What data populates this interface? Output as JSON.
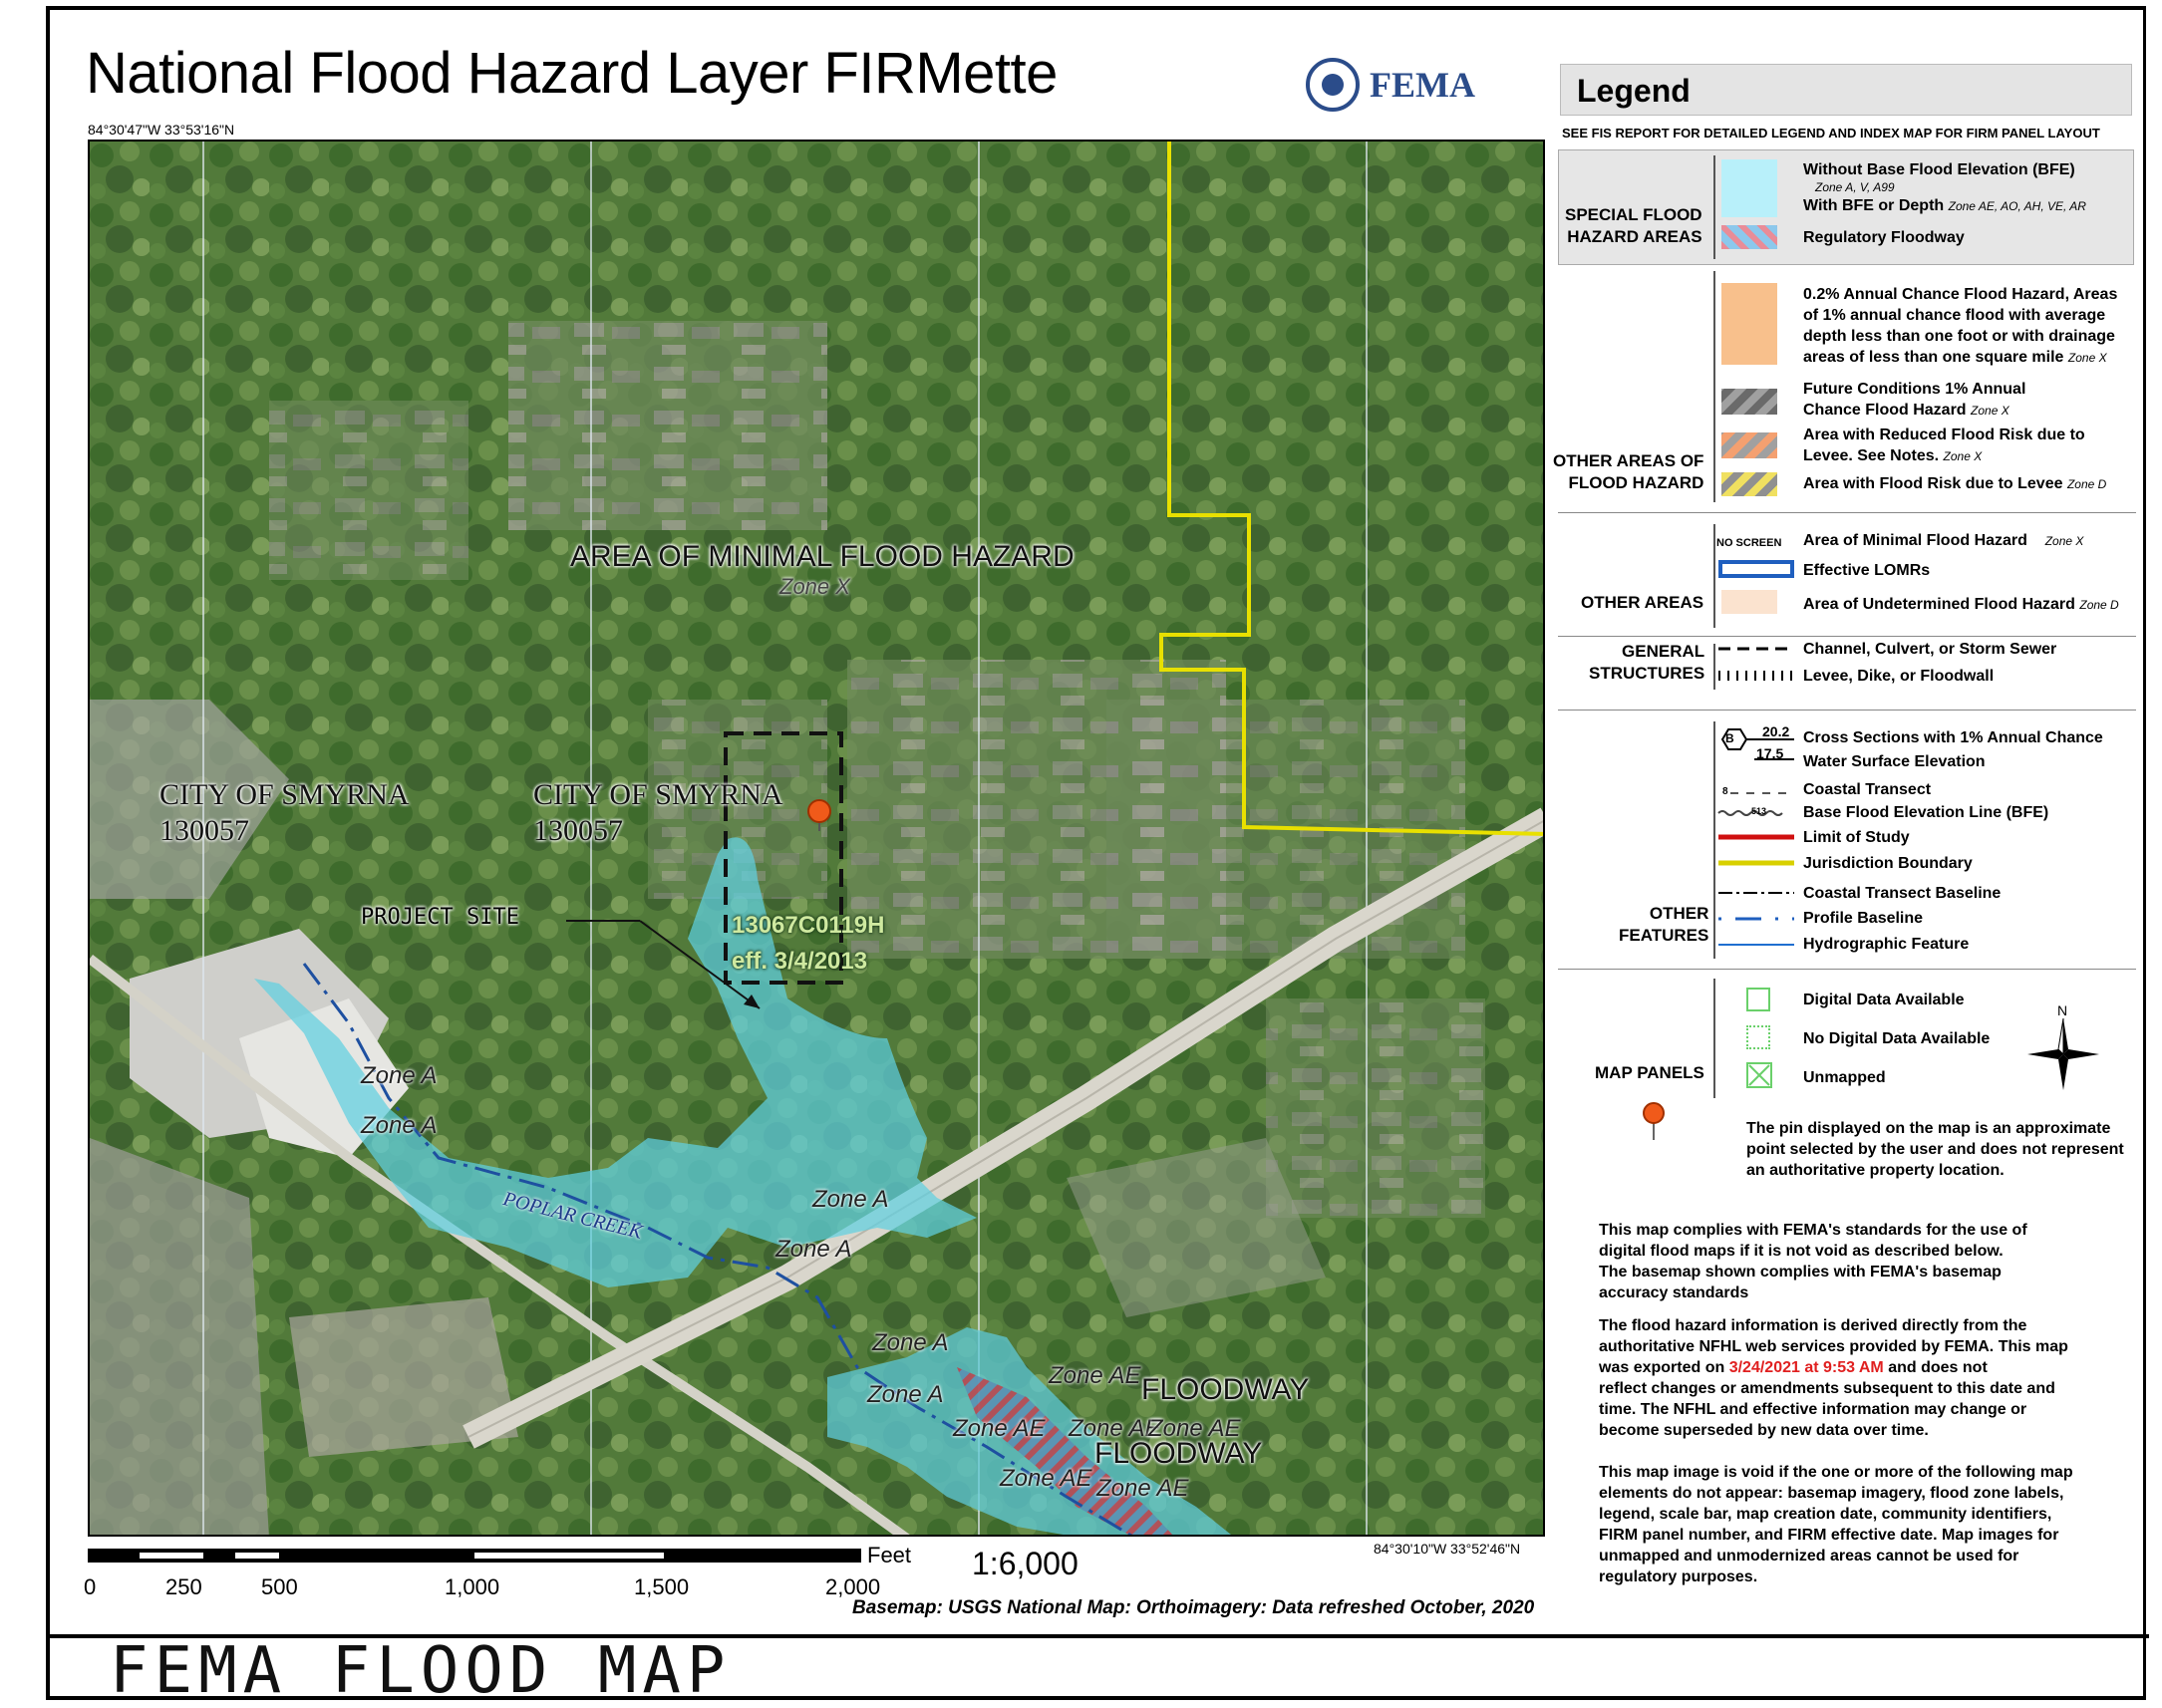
{
  "header": {
    "title": "National Flood Hazard Layer FIRMette",
    "agency": "FEMA",
    "coord_top_left": "84°30'47\"W 33°53'16\"N",
    "coord_bottom_right": "84°30'10\"W 33°52'46\"N"
  },
  "map": {
    "minimal_hazard_label": "AREA OF MINIMAL FLOOD HAZARD",
    "minimal_hazard_zone": "Zone X",
    "communities": [
      {
        "name": "CITY OF SMYRNA",
        "id": "130057"
      },
      {
        "name": "CITY OF SMYRNA",
        "id": "130057"
      }
    ],
    "panel_number": "13067C0119H",
    "panel_effective": "eff. 3/4/2013",
    "project_site_label": "PROJECT SITE",
    "creek_label": "POPLAR CREEK",
    "zone_labels": {
      "zone_a": "Zone A",
      "zone_ae": "Zone AE",
      "floodway": "FLOODWAY"
    },
    "colors": {
      "imagery_base": "#4f7a3c",
      "flood_zone": "#5fd0e0",
      "jurisdiction_boundary": "#e8e000",
      "pin": "#f05a1a"
    }
  },
  "scale": {
    "unit": "Feet",
    "ticks": [
      "0",
      "250",
      "500",
      "1,000",
      "1,500",
      "2,000"
    ],
    "ratio": "1:6,000",
    "basemap_credit": "Basemap: USGS National Map: Orthoimagery: Data refreshed October, 2020"
  },
  "footer_title": "FEMA FLOOD MAP",
  "legend": {
    "title": "Legend",
    "note": "SEE FIS REPORT FOR DETAILED LEGEND AND INDEX MAP FOR FIRM PANEL LAYOUT",
    "special": {
      "category": [
        "SPECIAL FLOOD",
        "HAZARD AREAS"
      ],
      "items": [
        {
          "label": "Without Base Flood Elevation (BFE)",
          "sub": "Zone A, V, A99"
        },
        {
          "label": "With BFE or Depth",
          "sub": "Zone AE, AO, AH, VE, AR"
        },
        {
          "label": "Regulatory Floodway",
          "sub": ""
        }
      ]
    },
    "other_hazard": {
      "category": [
        "OTHER AREAS OF",
        "FLOOD HAZARD"
      ],
      "items": [
        {
          "label": [
            "0.2% Annual Chance Flood Hazard, Areas",
            "of 1% annual chance flood with average",
            "depth less than one foot or with drainage",
            "areas of less than one square mile"
          ],
          "sub": "Zone X"
        },
        {
          "label": [
            "Future Conditions 1% Annual",
            "Chance Flood Hazard"
          ],
          "sub": "Zone X"
        },
        {
          "label": [
            "Area with Reduced Flood Risk due to",
            "Levee. See Notes."
          ],
          "sub": "Zone X"
        },
        {
          "label": [
            "Area with Flood Risk due to Levee"
          ],
          "sub": "Zone D"
        }
      ]
    },
    "other_areas": {
      "category": [
        "OTHER AREAS"
      ],
      "no_screen": "NO SCREEN",
      "items": [
        {
          "label": "Area of Minimal Flood Hazard",
          "sub": "Zone X"
        },
        {
          "label": "Effective LOMRs",
          "sub": ""
        },
        {
          "label": "Area of Undetermined Flood Hazard",
          "sub": "Zone D"
        }
      ]
    },
    "structures": {
      "category": [
        "GENERAL",
        "STRUCTURES"
      ],
      "items": [
        "Channel, Culvert, or Storm Sewer",
        "Levee, Dike, or Floodwall"
      ]
    },
    "features": {
      "category": [
        "OTHER",
        "FEATURES"
      ],
      "xs_label": "B",
      "xs_values": [
        "20.2",
        "17.5"
      ],
      "transect_mark": "8",
      "bfe_mark": "513",
      "items": [
        "Cross Sections with 1% Annual Chance",
        "Water Surface Elevation",
        "Coastal Transect",
        "Base Flood Elevation Line (BFE)",
        "Limit of Study",
        "Jurisdiction Boundary",
        "Coastal Transect Baseline",
        "Profile Baseline",
        "Hydrographic Feature"
      ]
    },
    "panels": {
      "category": [
        "MAP PANELS"
      ],
      "items": [
        "Digital Data Available",
        "No Digital Data Available",
        "Unmapped"
      ],
      "north": "N"
    },
    "pin_note": [
      "The pin displayed on the map is an approximate",
      "point selected by the user and does not represent",
      "an authoritative property location."
    ],
    "compliance": [
      "This map complies with FEMA's standards for the use of",
      "digital flood maps if it is not void as described below.",
      "The basemap shown complies with FEMA's basemap",
      "accuracy standards"
    ],
    "derived": {
      "line1": "The flood hazard information is derived directly from the",
      "line2": "authoritative NFHL web services provided by FEMA. This map",
      "line3_prefix": "was exported on",
      "export_date": "3/24/2021 at 9:53 AM",
      "line3_suffix": "and does not",
      "line4": "reflect changes or amendments subsequent to this date and",
      "line5": "time. The NFHL and effective information may change or",
      "line6": "become superseded by new data over time."
    },
    "void_note": [
      "This map image is void if the one or more of the following map",
      "elements do not appear: basemap imagery, flood zone labels,",
      "legend, scale bar, map creation date, community identifiers,",
      "FIRM panel number, and FIRM effective date. Map images for",
      "unmapped and unmodernized areas cannot be used for",
      "regulatory purposes."
    ]
  }
}
